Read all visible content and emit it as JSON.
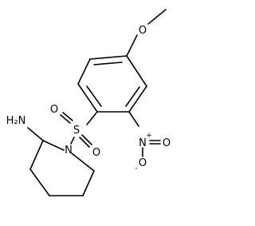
{
  "structure": {
    "atom_labels": {
      "methoxy_oxygen": "O",
      "sulfur": "S",
      "sulfonyl_oxygen_top": "O",
      "sulfonyl_oxygen_bottom": "O",
      "ring_nitrogen": "N",
      "nitro_nitrogen": "N",
      "nitro_plus": "+",
      "nitro_oxygen_right": "O",
      "nitro_oxygen_bottom": "O",
      "nitro_minus": "-",
      "amine": "H₂N"
    },
    "colors": {
      "bond": "#000000",
      "text": "#000000",
      "background": "#ffffff"
    }
  }
}
